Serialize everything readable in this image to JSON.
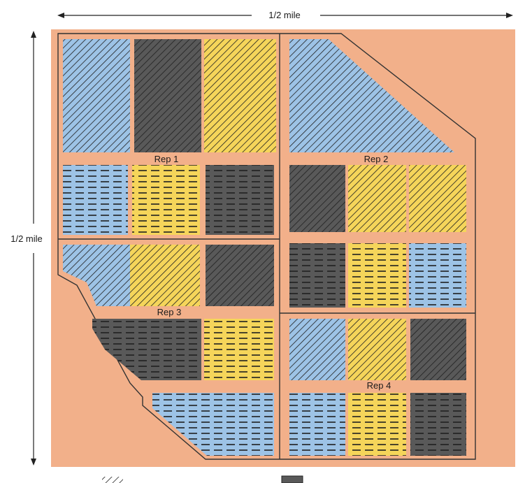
{
  "dimensions": {
    "top_label": "1/2 mile",
    "side_label": "1/2 mile"
  },
  "reps": [
    {
      "label": "Rep 1"
    },
    {
      "label": "Rep 2"
    },
    {
      "label": "Rep 3"
    },
    {
      "label": "Rep 4"
    }
  ],
  "colors": {
    "background": "#f2b08a",
    "blue": "#9dc3e6",
    "gray": "#595959",
    "yellow": "#f5d55a",
    "outline": "#333333"
  },
  "legend": {
    "icons": [
      "diagonal-hatch-swatch",
      "dark-gray-swatch"
    ]
  }
}
